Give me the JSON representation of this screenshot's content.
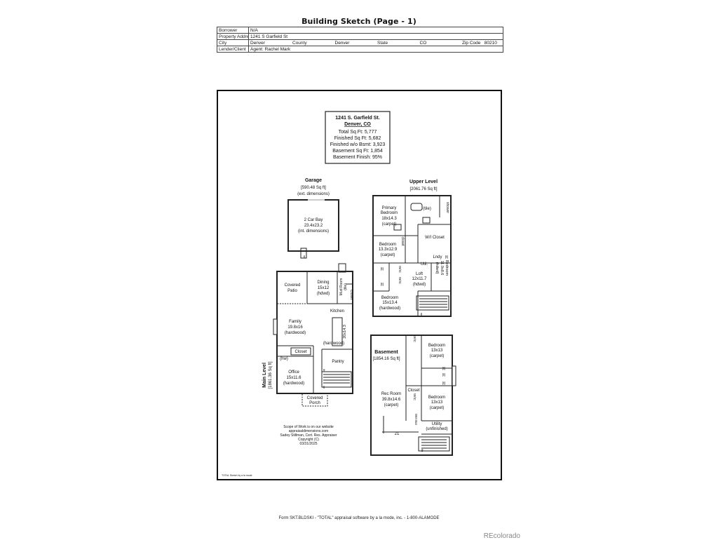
{
  "page": {
    "title": "Building Sketch (Page - 1)"
  },
  "header": {
    "borrower_label": "Borrower",
    "borrower_value": "N/A",
    "address_label": "Property Address",
    "address_value": "1241 S Garfield St",
    "city_label": "City",
    "city_value": "Denver",
    "county_label": "County",
    "county_value": "Denver",
    "state_label": "State",
    "state_value": "CO",
    "zip_label": "Zip Code",
    "zip_value": "80210",
    "lender_label": "Lender/Client",
    "lender_value": "Agent: Rachel Mark"
  },
  "summary": {
    "line1": "1241 S. Garfield St.",
    "line2": "Denver, CO",
    "total": "Total Sq Ft: 5,777",
    "finished": "Finished Sq Ft: 5,682",
    "finished_wo_bsmt": "Finished w/o Bsmt: 3,923",
    "basement": "Basement Sq Ft: 1,854",
    "basement_finish": "Basement Finish: 95%"
  },
  "garage": {
    "title": "Garage",
    "sqft": "[590.48 Sq ft]",
    "note": "(ext. dimensions)",
    "room_name": "2 Car Bay",
    "room_dims": "23.4x23.2",
    "room_note": "(int. dimensions)",
    "dn": "dn"
  },
  "upper": {
    "title": "Upper Level",
    "sqft": "[2061.76 Sq ft]",
    "primary_1": "Primary",
    "primary_2": "Bedroom",
    "primary_dims": "18x14.3",
    "primary_floor": "(carpet)",
    "tile": "(tile)",
    "shower": "shower",
    "wi_closet": "W/I Closet",
    "bedroom_a": "Bedroom",
    "bedroom_a_dims": "13.3x12.9",
    "bedroom_a_floor": "(carpet)",
    "closet_v": "closet",
    "lndy": "Lndy",
    "util": "Util.",
    "t1": "(t)",
    "t2": "(t)",
    "t3": "(t)",
    "wic1": "W/IC",
    "wic2": "W/IC",
    "loft": "Loft",
    "loft_dims": "12x11.7",
    "loft_floor": "(hdwd)",
    "bedroom_b": "Bedroom",
    "bedroom_b_dims": "11.9x8.6",
    "bedroom_b_floor": "(hdwd)",
    "bedroom_c": "Bedroom",
    "bedroom_c_dims": "15x13.4",
    "bedroom_c_floor": "(hardwood)",
    "dn": "dn"
  },
  "main": {
    "side_label": "Main Level",
    "side_sqft": "[1861.36 Sq ft]",
    "patio_1": "Covered",
    "patio_2": "Patio",
    "dining": "Dining",
    "dining_dims": "15x12",
    "dining_floor": "(hdwd)",
    "mud_room": "Mud Room",
    "mud_tile": "(tile)",
    "closet_v": "Closet",
    "kitchen": "Kitchen",
    "kitchen_dims": "20x14.3",
    "kitchen_floor": "(hardwood)",
    "family": "Family",
    "family_dims": "19.8x16",
    "family_floor": "(hardwood)",
    "closet": "Closet",
    "hw": "(hw)",
    "pantry": "Pantry",
    "office": "Office",
    "office_dims": "15x11.6",
    "office_floor": "(hardwood)",
    "porch_1": "Covered",
    "porch_2": "Porch",
    "up": "up",
    "dn": "dn"
  },
  "basement": {
    "title": "Basement",
    "sqft": "[1854.16 Sq ft]",
    "wic": "W/IC",
    "bedroom_a": "Bedroom",
    "bedroom_a_dims": "13x13",
    "bedroom_a_floor": "(carpet)",
    "t1": "(t)",
    "t2": "(t)",
    "t3": "(t)",
    "closet": "Closet",
    "rec": "Rec Room",
    "rec_dims": "39.8x14.6",
    "rec_floor": "(carpet)",
    "wic2": "W/IC",
    "bedroom_b": "Bedroom",
    "bedroom_b_dims": "13x13",
    "bedroom_b_floor": "(carpet)",
    "wet_bar": "Wet Bar",
    "utility": "Utility",
    "utility_floor": "(unfinished)",
    "dim": "21",
    "up": "up"
  },
  "credits": {
    "l1": "Scope of Work is on our website",
    "l2": "appraisaldimensions.com",
    "l3": "Sadey Stillman, Cert. Res. Appraiser",
    "l4": "Copyright (C)",
    "l5": "03/31/2025"
  },
  "sketch_tag": "TOTAL Sketch by a la mode",
  "footer": "Form SKT.BLDSKI - \"TOTAL\" appraisal software by a la mode, inc. - 1-800-ALAMODE",
  "watermark": "REcolorado"
}
